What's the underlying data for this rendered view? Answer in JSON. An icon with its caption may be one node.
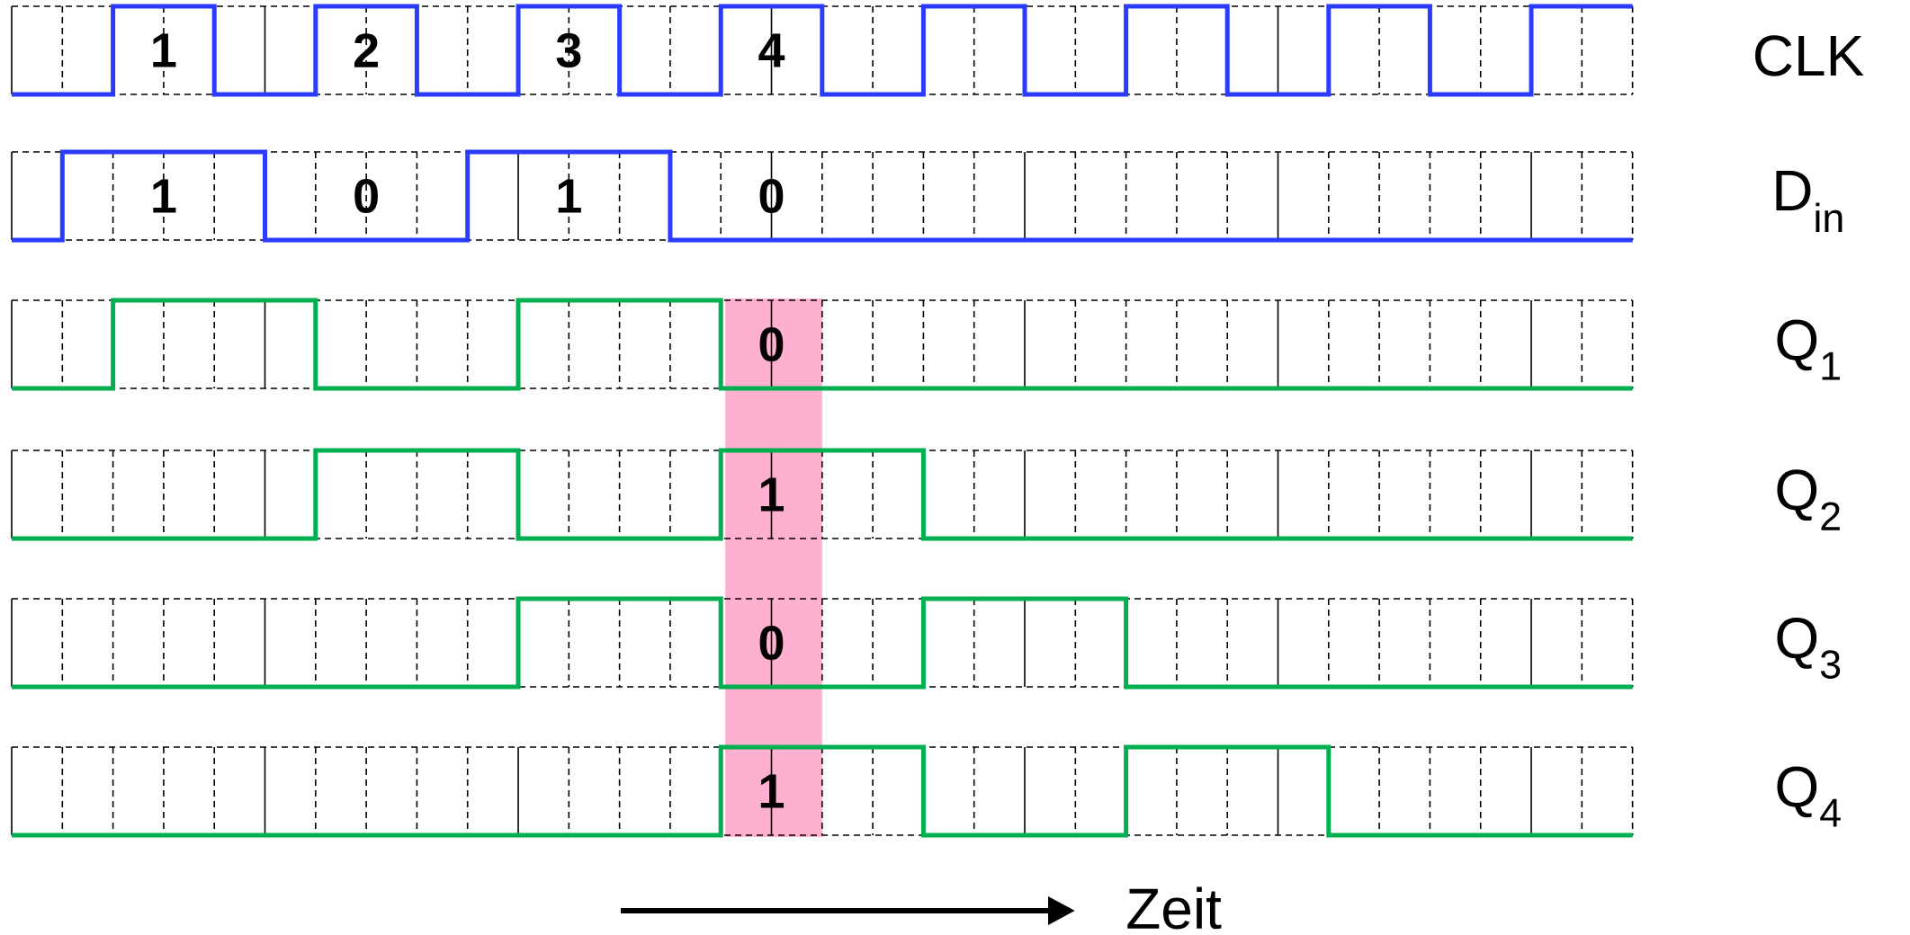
{
  "diagram": {
    "labels": [
      "1",
      "2",
      "3",
      "4",
      "CLK",
      "1",
      "0",
      "1",
      "0",
      "D$_{in}$",
      "0",
      "Q$_{1}$",
      "1",
      "Q$_{2}$",
      "0",
      "Q$_{3}$",
      "1",
      "Q$_{4}$",
      "Zeit"
    ]
  }
}
